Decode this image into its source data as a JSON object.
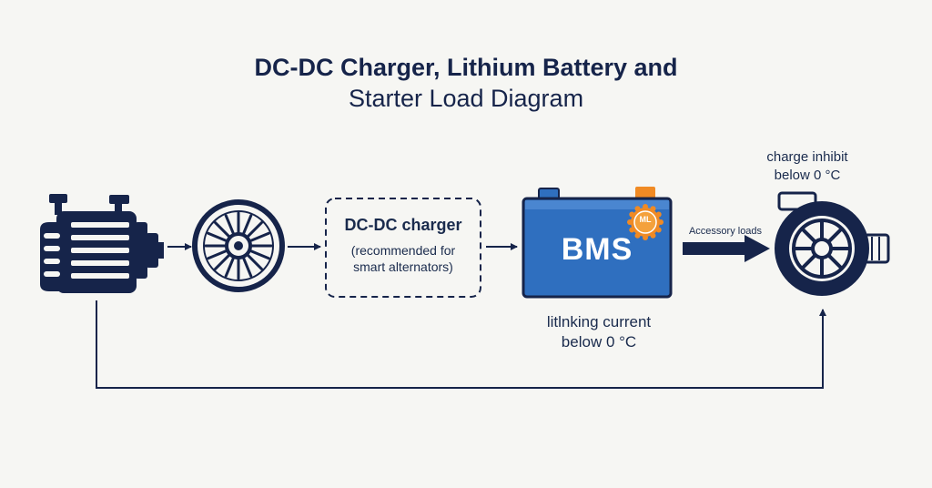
{
  "title": {
    "line1": "DC-DC Charger, Lithium Battery and",
    "line2": "Starter Load Diagram"
  },
  "components": {
    "alternator": {
      "icon": "alternator-icon"
    },
    "rectifier": {
      "icon": "rectifier-fan-icon"
    },
    "dcdc_charger": {
      "title": "DC-DC charger",
      "note_line1": "(recommended for",
      "note_line2": "smart alternators)"
    },
    "battery": {
      "label": "BMS",
      "badge": "ML",
      "note_line1": "litlnking current",
      "note_line2": "below 0 °C"
    },
    "starter": {
      "icon": "starter-motor-icon",
      "note_line1": "charge inhibit",
      "note_line2": "below 0 °C"
    }
  },
  "connections": {
    "accessory_label": "Accessory loads"
  },
  "colors": {
    "navy": "#16244a",
    "battery_blue": "#2f6fbf",
    "terminal_orange": "#f08a24",
    "background": "#f6f6f3"
  }
}
